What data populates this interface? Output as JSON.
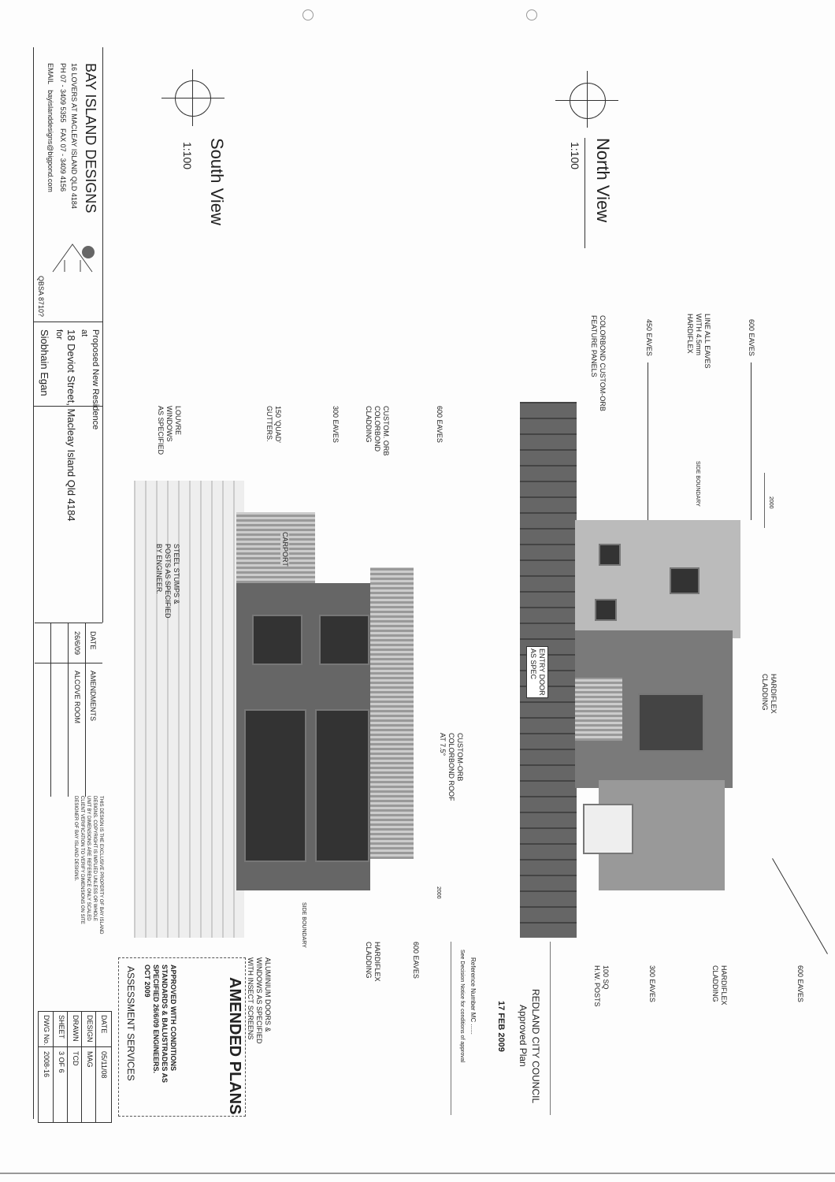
{
  "title_block": {
    "company": "BAY ISLAND DESIGNS",
    "address": "16 LOVERS AT MACLEAY ISLAND QLD 4184",
    "phone": "PH 07 - 3409 5355   FAX 07 - 3409 4156",
    "email": "EMAIL   bayislanddesigns@bigpond.com",
    "licence": "QBSA 8710?",
    "project_line1": "Proposed New Residence",
    "project_line2": "at",
    "project_line3": "18 Deviot Street, Macleay Island Qld 4184",
    "project_line4": "for",
    "client": "Siobhain Egan"
  },
  "amendments": {
    "headers": [
      "DATE",
      "AMENDMENTS"
    ],
    "rows": [
      [
        "26/6/09",
        "ALCOVE ROOM"
      ]
    ]
  },
  "disclaimer": "THIS DESIGN IS THE EXCLUSIVE PROPERTY OF BAY ISLAND\nDESIGNS. COPYRIGHT IS IMPLIED UNLESS OR WHOLE\nUNIT BY DIMENSIONS ARE REFERENCE ONLY SCALED\nCLIENT VERIFICATION TO VERIFY DIMENSIONS ON SITE\nDESIGNER OF BAY ISLAND DESIGNS.",
  "info_table": [
    [
      "DATE",
      "05/11/08"
    ],
    [
      "DESIGN",
      "MAG"
    ],
    [
      "DRAWN",
      "TCD"
    ],
    [
      "SHEET",
      "3 OF 6"
    ],
    [
      "DWG No.",
      "2008-16"
    ]
  ],
  "stamps": {
    "assessment": "ASSESSMENT SERVICES",
    "amended": "AMENDED PLANS",
    "approved_note": "APPROVED WITH CONDITIONS\nSTANDARDS & BALUSTRADES AS\nSPECIFIED 26/6/09 ENGINEERS.\nOCT 2009",
    "council_name": "REDLAND CITY COUNCIL",
    "council_plan": "Approved Plan",
    "council_date": "17 FEB 2009",
    "council_ref": "Reference Number MC ......",
    "council_note": "See Decision Notice for conditions of approval"
  },
  "north_view": {
    "title": "North View",
    "scale": "1:100",
    "labels": {
      "eaves600_top": "600 EAVES",
      "line_eaves": "LINE ALL EAVES\nWITH 4.5mm\nHARDIFLEX",
      "eaves450": "450 EAVES",
      "feature_panels": "COLORBOND CUSTOM-ORB\nFEATURE PANELS",
      "hardiflex_top": "HARDIFLEX\nCLADDING",
      "side_boundary": "SIDE BOUNDARY",
      "dim": "2000",
      "entry_door": "ENTRY DOOR\nAS SPEC",
      "eaves600_right": "600 EAVES",
      "hardiflex_right": "HARDIFLEX\nCLADDING",
      "eaves300": "300 EAVES",
      "posts": "100 SQ\nH.W. POSTS"
    }
  },
  "south_view": {
    "title": "South View",
    "scale": "1:100",
    "labels": {
      "eaves600": "600 EAVES",
      "custom_orb": "CUSTOM. ORB\nCOLORBOND\nCLADDING",
      "eaves300": "300 EAVES",
      "gutters": "150 'QUAD'\nGUTTERS.",
      "louvre": "LOUVRE\nWINDOWS\nAS SPECIFIED",
      "stumps": "STEEL STUMPS &\nPOSTS AS SPECIFIED\nBY ENGINEER.",
      "carport": "CARPORT",
      "roof": "CUSTOM-ORB\nCOLORBOND ROOF\nAT 7.5°",
      "dim": "2000",
      "side_boundary": "SIDE BOUNDARY",
      "eaves600_right": "600 EAVES",
      "hardiflex": "HARDIFLEX\nCLADDING",
      "doors": "ALUMINIUM DOORS &\nWINDOWS AS SPECIFIED\nWITH INSECT SCREENS"
    }
  }
}
